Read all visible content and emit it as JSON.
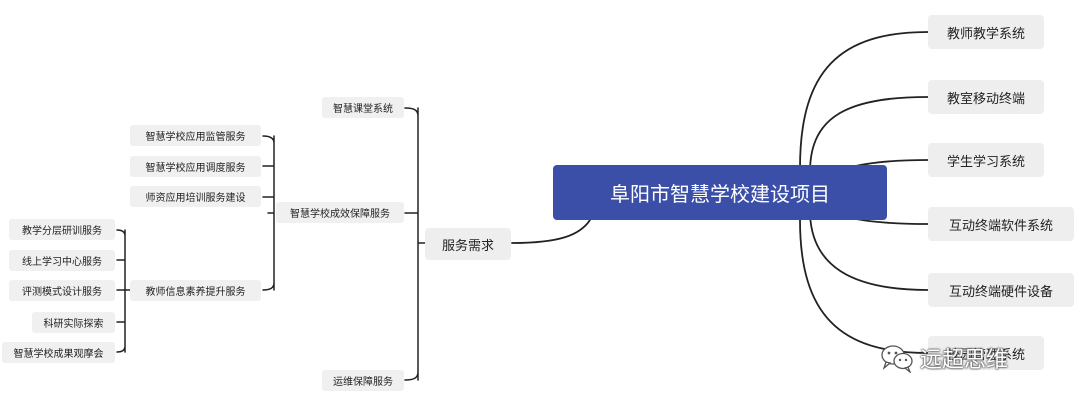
{
  "root": {
    "label": "阜阳市智慧学校建设项目"
  },
  "right_branches": [
    {
      "label": "教师教学系统"
    },
    {
      "label": "教室移动终端"
    },
    {
      "label": "学生学习系统"
    },
    {
      "label": "互动终端软件系统"
    },
    {
      "label": "互动终端硬件设备"
    },
    {
      "label": "校园管理系统"
    }
  ],
  "service_demand": {
    "label": "服务需求"
  },
  "service_children": {
    "smart_classroom": {
      "label": "智慧课堂系统"
    },
    "guarantee": {
      "label": "智慧学校成效保障服务"
    },
    "maintenance": {
      "label": "运维保障服务"
    }
  },
  "guarantee_children": {
    "supervision": {
      "label": "智慧学校应用监管服务"
    },
    "scheduling": {
      "label": "智慧学校应用调度服务"
    },
    "teacher_training": {
      "label": "师资应用培训服务建设"
    },
    "literacy": {
      "label": "教师信息素养提升服务"
    }
  },
  "literacy_children": [
    {
      "label": "教学分层研训服务"
    },
    {
      "label": "线上学习中心服务"
    },
    {
      "label": "评测模式设计服务"
    },
    {
      "label": "科研实际探索"
    },
    {
      "label": "智慧学校成果观摩会"
    }
  ],
  "watermark": {
    "text": "远超思维",
    "icon": "wechat-icon"
  },
  "colors": {
    "root_bg": "#3b4fa8",
    "node_bg": "#eeeeee",
    "line": "#222222"
  }
}
